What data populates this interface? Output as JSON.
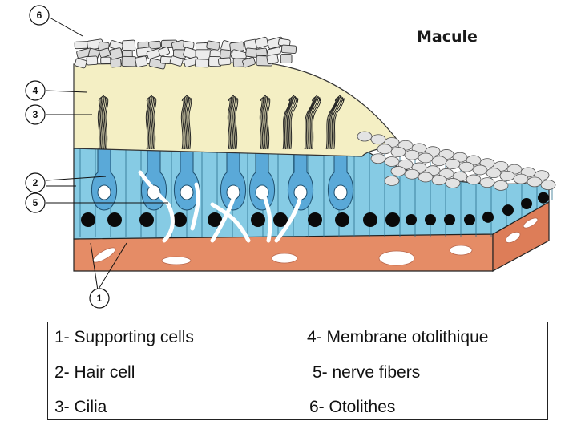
{
  "diagram": {
    "title": "Macule",
    "callouts": [
      "6",
      "4",
      "3",
      "2",
      "5",
      "1"
    ]
  },
  "legend": [
    {
      "text": "1- Supporting cells"
    },
    {
      "text": "4- Membrane otolithique"
    },
    {
      "text": "2- Hair cell"
    },
    {
      "text": "5- nerve fibers"
    },
    {
      "text": "3- Cilia"
    },
    {
      "text": "6- Otolithes"
    }
  ],
  "colors": {
    "membrane": "#f4efc4",
    "epithelium": "#7fc8e3",
    "hair_cell": "#5aa9d8",
    "connective": "#e58c66",
    "otolith": "#e6e6e6",
    "nucleus": "#0a0a0a"
  }
}
